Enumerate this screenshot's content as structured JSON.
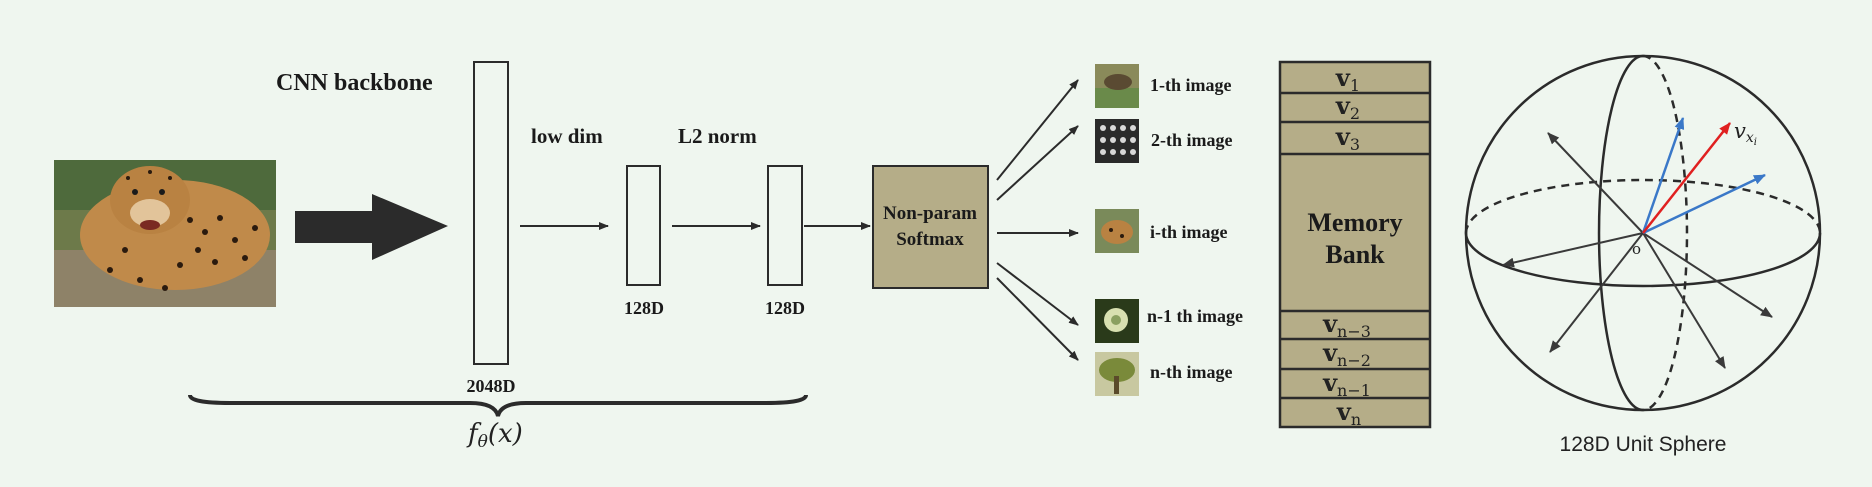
{
  "labels": {
    "cnn_backbone": "CNN backbone",
    "low_dim": "low dim",
    "l2_norm": "L2 norm",
    "dim_2048": "2048D",
    "dim_128_a": "128D",
    "dim_128_b": "128D",
    "softmax_line1": "Non-param",
    "softmax_line2": "Softmax",
    "memory_line1": "Memory",
    "memory_line2": "Bank",
    "function_base": "f",
    "function_sub": "θ",
    "function_arg": "(x)",
    "sphere_caption": "128D Unit Sphere",
    "origin": "o",
    "vector_base": "v",
    "vector_sub": "x",
    "vector_subsub": "i"
  },
  "images": [
    {
      "label": "1-th image"
    },
    {
      "label": "2-th image"
    },
    {
      "label": "i-th image"
    },
    {
      "label": "n-1 th image"
    },
    {
      "label": "n-th image"
    }
  ],
  "memory_top": [
    {
      "base": "v",
      "sub": "1"
    },
    {
      "base": "v",
      "sub": "2"
    },
    {
      "base": "v",
      "sub": "3"
    }
  ],
  "memory_bottom": [
    {
      "base": "v",
      "sub": "n−3"
    },
    {
      "base": "v",
      "sub": "n−2"
    },
    {
      "base": "v",
      "sub": "n−1"
    },
    {
      "base": "v",
      "sub": "n"
    }
  ],
  "colors": {
    "background": "#eff6ef",
    "box_fill": "#b5ad88",
    "stroke": "#2b2b2b",
    "blue_vector": "#3a78c8",
    "red_vector": "#e02020"
  }
}
